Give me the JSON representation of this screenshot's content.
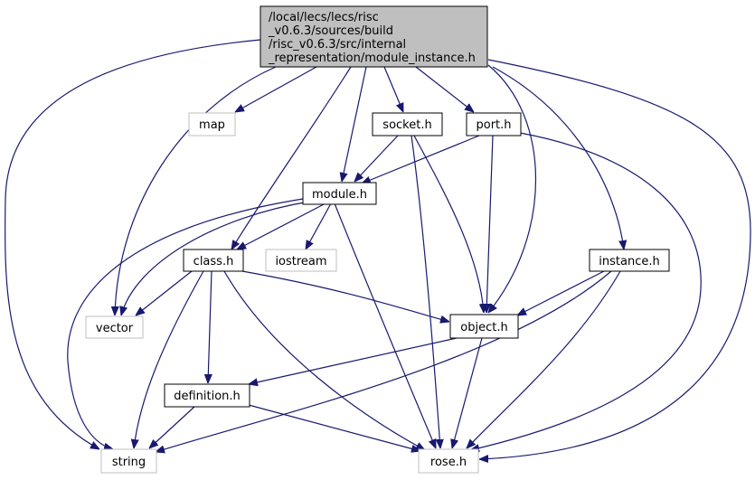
{
  "graph": {
    "root": {
      "lines": [
        "/local/lecs/lecs/risc",
        "_v0.6.3/sources/build",
        "/risc_v0.6.3/src/internal",
        "_representation/module_instance.h"
      ]
    },
    "nodes": {
      "map": "map",
      "socket": "socket.h",
      "port": "port.h",
      "module": "module.h",
      "class": "class.h",
      "iostream": "iostream",
      "instance": "instance.h",
      "vector": "vector",
      "object": "object.h",
      "definition": "definition.h",
      "string": "string",
      "rose": "rose.h"
    },
    "colors": {
      "edge": "#191970",
      "root_fill": "#bfbfbf",
      "node_border": "#000000",
      "system_border": "#bfbfbf"
    }
  }
}
